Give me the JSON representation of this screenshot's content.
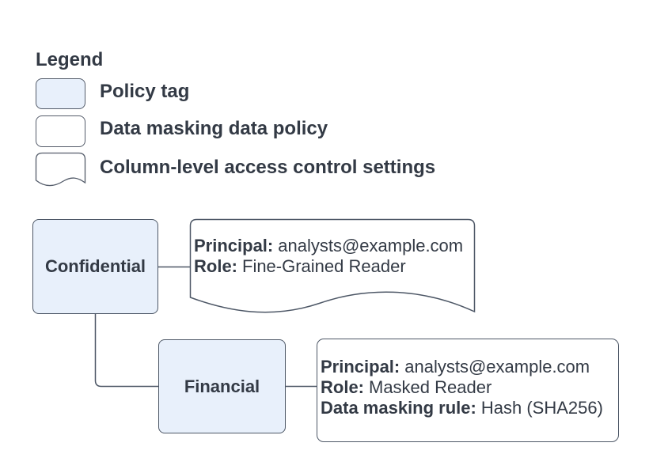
{
  "legend": {
    "title": "Legend",
    "items": [
      {
        "shape": "policy-tag-swatch",
        "label": "Policy tag"
      },
      {
        "shape": "data-masking-policy-swatch",
        "label": "Data masking data policy"
      },
      {
        "shape": "column-access-control-swatch",
        "label": "Column-level access control settings"
      }
    ]
  },
  "diagram": {
    "nodes": {
      "confidential": {
        "type": "policy-tag",
        "label": "Confidential"
      },
      "financial": {
        "type": "policy-tag",
        "label": "Financial"
      },
      "access_control": {
        "type": "column-level-access-control-settings",
        "lines": [
          {
            "label": "Principal:",
            "value": "analysts@example.com"
          },
          {
            "label": "Role:",
            "value": "Fine-Grained Reader"
          }
        ]
      },
      "masking_policy": {
        "type": "data-masking-data-policy",
        "lines": [
          {
            "label": "Principal:",
            "value": "analysts@example.com"
          },
          {
            "label": "Role:",
            "value": "Masked Reader"
          },
          {
            "label": "Data masking rule:",
            "value": "Hash (SHA256)"
          }
        ]
      }
    },
    "edges": [
      {
        "from": "Confidential",
        "to": "access-control-settings"
      },
      {
        "from": "Confidential",
        "to": "Financial"
      },
      {
        "from": "Financial",
        "to": "masking-policy"
      }
    ]
  },
  "colors": {
    "policy_tag_fill": "#e8f0fb",
    "shape_fill": "#ffffff",
    "stroke": "#4d5766",
    "text": "#333a45",
    "background": "#ffffff"
  }
}
